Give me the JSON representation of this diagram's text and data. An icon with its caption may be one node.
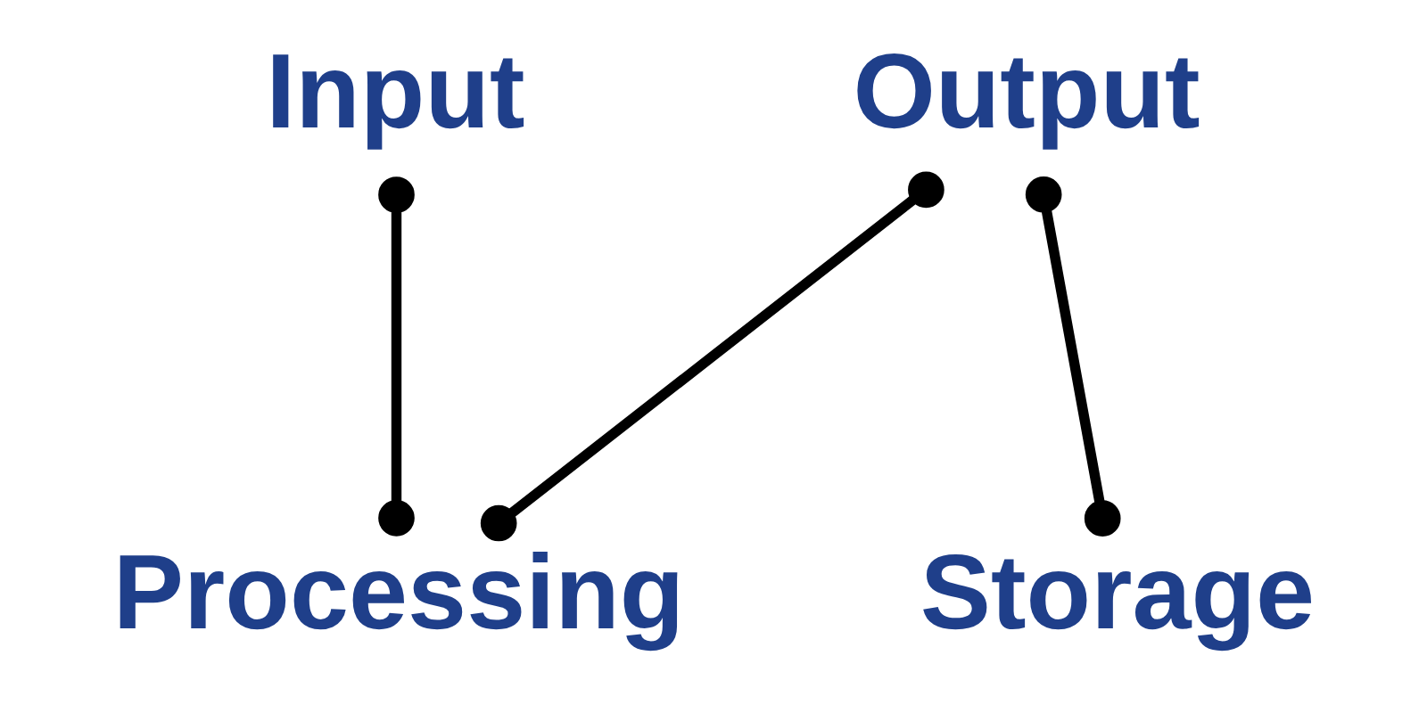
{
  "diagram": {
    "nodes": [
      {
        "text": [
          "Input"
        ]
      },
      {
        "text": [
          "Processing"
        ]
      },
      {
        "text": [
          "Output"
        ]
      },
      {
        "text": [
          "Storage"
        ]
      }
    ],
    "edges": [
      {
        "from": 0,
        "to": 1,
        "arrow": "other"
      },
      {
        "from": 1,
        "to": 2,
        "arrow": "other"
      },
      {
        "from": 2,
        "to": 3,
        "arrow": "other"
      }
    ]
  }
}
